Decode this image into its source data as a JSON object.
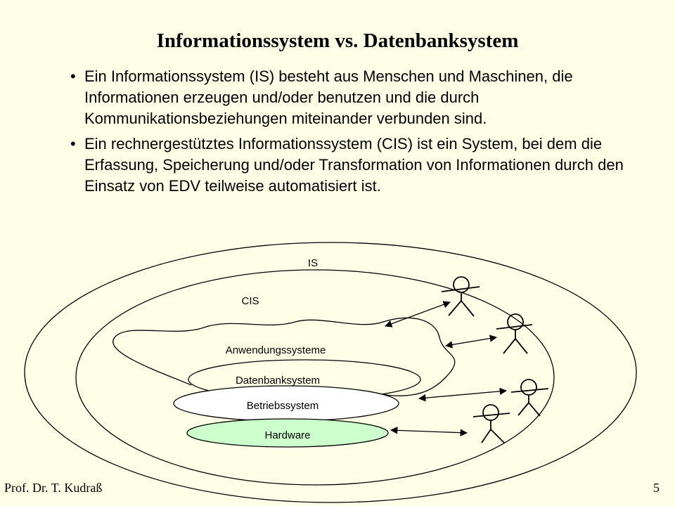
{
  "slide": {
    "title": "Informationssystem vs. Datenbanksystem",
    "bullets": [
      "Ein Informationssystem (IS) besteht aus Menschen und Maschinen, die Informationen erzeugen und/oder benutzen und die durch Kommunikationsbeziehungen miteinander verbunden sind.",
      "Ein rechnergestütztes Informationssystem (CIS) ist ein System, bei dem die Erfassung, Speicherung und/oder Transformation von Informationen durch den Einsatz von EDV teilweise automatisiert ist."
    ],
    "bullet_symbol": "•"
  },
  "diagram": {
    "labels": {
      "is": "IS",
      "cis": "CIS",
      "apps": "Anwendungssysteme",
      "dbs": "Datenbanksystem",
      "os": "Betriebssystem",
      "hw": "Hardware"
    },
    "colors": {
      "hardware_fill": "#CCFFCC",
      "os_fill": "#FFFFFF",
      "background": "#FFFFE7"
    }
  },
  "footer": {
    "author": "Prof. Dr. T. Kudraß",
    "page_number": "5"
  }
}
